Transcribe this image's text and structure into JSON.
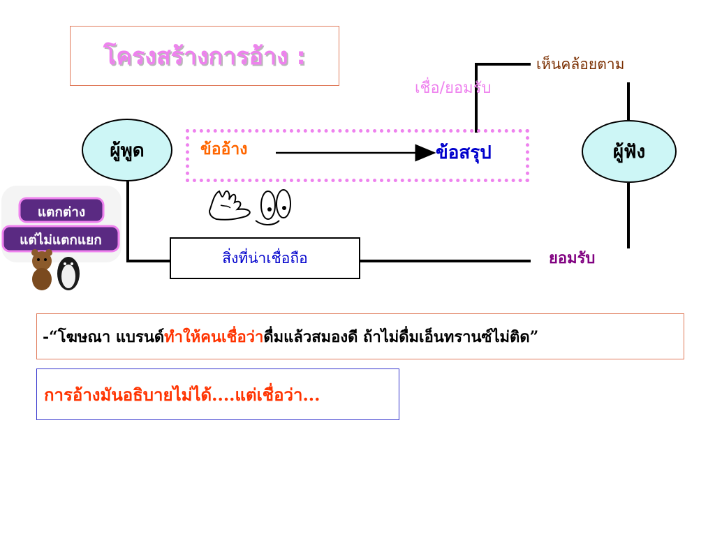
{
  "title": "โครงสร้างการอ้าง :",
  "diagram": {
    "speaker": "ผู้พูด",
    "listener": "ผู้ฟัง",
    "claim": "ข้ออ้าง",
    "conclusion": "ข้อสรุป",
    "believe_accept": "เชื่อ/ยอมรับ",
    "agree": "เห็นคล้อยตาม",
    "evidence": "สิ่งที่น่าเชื่อถือ",
    "accepted": "ยอมรับ"
  },
  "badge": {
    "line1": "แตกต่าง",
    "line2": "แต่ไม่แตกแยก"
  },
  "quote": {
    "prefix": "-“โฆษณา แบรนด์",
    "highlight": "ทำให้คนเชื่อว่า",
    "suffix": "ดื่มแล้วสมองดี ถ้าไม่ดื่มเอ็นทรานซ์ไม่ติด”"
  },
  "note": "การอ้างมันอธิบายไม่ได้....แต่เชื่อว่า...",
  "colors": {
    "title": "#ee82ee",
    "claim": "#ff6600",
    "conclusion": "#0000cc",
    "highlight": "#ff3300",
    "ellipse_fill": "#cdf6f6"
  }
}
